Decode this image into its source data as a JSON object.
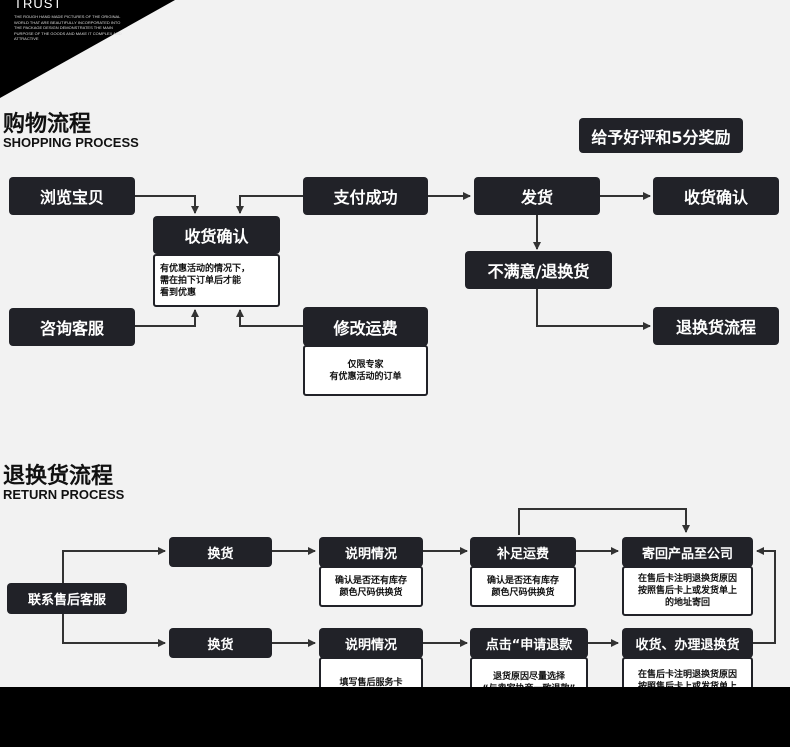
{
  "header": {
    "brand": "TRUST",
    "tagline": "THE ROUGH HAND MADE PICTURES OF THE ORIGINAL WORLD THAT ARE BEAUTIFULLY INCORPORATED INTO THE PACKAGE DESIGN DEMONSTRATES THE MAIN PURPOSE OF THE GOODS AND MAKE IT COMPLEX AND ATTRACTIVE"
  },
  "shopping": {
    "title_cn": "购物流程",
    "title_en": "SHOPPING PROCESS",
    "reward": "给予好评和5分奖励",
    "browse": "浏览宝贝",
    "consult": "咨询客服",
    "confirm": "收货确认",
    "confirm_note": [
      "有优惠活动的情况下，",
      "需在拍下订单后才能",
      "看到优惠"
    ],
    "pay": "支付成功",
    "modify": "修改运费",
    "modify_note": [
      "仅限专家",
      "有优惠活动的订单"
    ],
    "ship": "发货",
    "receive_confirm": "收货确认",
    "unsatisfied": "不满意/退换货",
    "return_flow": "退换货流程"
  },
  "returns": {
    "title_cn": "退换货流程",
    "title_en": "RETURN PROCESS",
    "contact": "联系售后客服",
    "exchange_1": "换货",
    "explain_1": "说明情况",
    "explain_1_note": [
      "确认是否还有库存",
      "颜色尺码供换货"
    ],
    "supplement": "补足运费",
    "supplement_note": [
      "确认是否还有库存",
      "颜色尺码供换货"
    ],
    "send_back": "寄回产品至公司",
    "send_back_note": [
      "在售后卡注明退换货原因",
      "按照售后卡上或发货单上",
      "的地址寄回"
    ],
    "exchange_2": "换货",
    "explain_2": "说明情况",
    "explain_2_note": [
      "填写售后服务卡"
    ],
    "apply_refund": "点击“申请退款",
    "apply_refund_note": [
      "退货原因尽量选择",
      "“与卖家协商一致退款”"
    ],
    "handle": "收货、办理退换货",
    "handle_note": [
      "在售后卡注明退换货原因",
      "按照售后卡上或发货单上"
    ]
  }
}
